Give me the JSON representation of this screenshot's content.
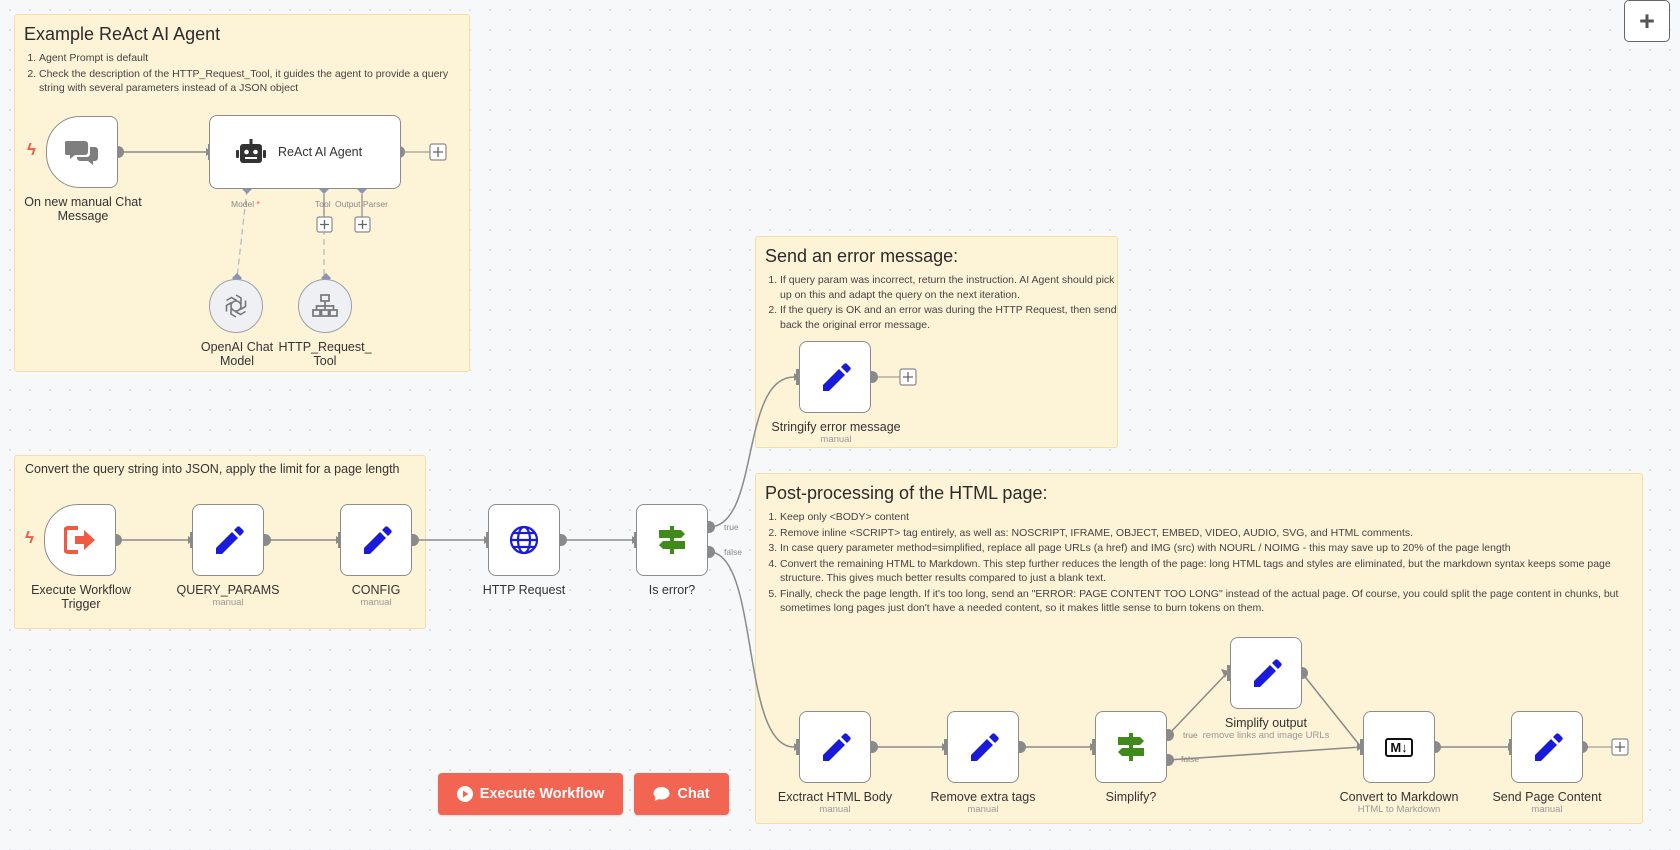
{
  "notes": {
    "react": {
      "title": "Example ReAct AI Agent",
      "items": [
        "Agent Prompt is default",
        "Check the description of the HTTP_Request_Tool, it guides the agent to provide a query string with several parameters instead of a JSON object"
      ]
    },
    "convert": {
      "title": "Convert the query string into JSON, apply the limit for a page length"
    },
    "error": {
      "title": "Send an error message:",
      "items": [
        "If query param was incorrect, return the instruction. AI Agent should pick up on this and adapt the query on the next iteration.",
        "If the query is OK and an error was during the HTTP Request, then send back the original error message."
      ]
    },
    "post": {
      "title": "Post-processing of the HTML page:",
      "items": [
        "Keep only <BODY> content",
        "Remove inline <SCRIPT> tag entirely, as well as: NOSCRIPT, IFRAME, OBJECT, EMBED, VIDEO, AUDIO, SVG, and HTML comments.",
        "In case query parameter method=simplified, replace all page URLs (a href) and IMG (src) with NOURL / NOIMG - this may save up to 20% of the page length",
        "Convert the remaining HTML to Markdown. This step further reduces the length of the page: long HTML tags and styles are eliminated, but the markdown syntax keeps some page structure. This gives much better results compared to just a blank text.",
        "Finally, check the page length. If it's too long, send an \"ERROR: PAGE CONTENT TOO LONG\" instead of the actual page. Of course, you could split the page content in chunks, but sometimes long pages just don't have a needed content, so it makes little sense to burn tokens on them."
      ]
    }
  },
  "nodes": {
    "chat_trigger": {
      "label": "On new manual Chat Message",
      "icon": "chat-bubbles-icon"
    },
    "agent": {
      "label": "ReAct AI Agent",
      "icon": "robot-icon"
    },
    "agent_ports": {
      "model": "Model",
      "required": "*",
      "tool": "Tool",
      "parser": "Output Parser"
    },
    "openai": {
      "label": "OpenAI Chat Model",
      "icon": "openai-icon"
    },
    "http_tool": {
      "label": "HTTP_Request_Tool",
      "icon": "network-icon"
    },
    "exec_trigger": {
      "label": "Execute Workflow Trigger",
      "icon": "exit-arrow-icon"
    },
    "query_params": {
      "label": "QUERY_PARAMS",
      "sub": "manual",
      "icon": "pencil-icon"
    },
    "config": {
      "label": "CONFIG",
      "sub": "manual",
      "icon": "pencil-icon"
    },
    "http_request": {
      "label": "HTTP Request",
      "icon": "globe-icon"
    },
    "is_error": {
      "label": "Is error?",
      "icon": "signpost-icon",
      "true": "true",
      "false": "false"
    },
    "stringify": {
      "label": "Stringify error message",
      "sub": "manual",
      "icon": "pencil-icon"
    },
    "extract": {
      "label": "Exctract HTML Body",
      "sub": "manual",
      "icon": "pencil-icon"
    },
    "remove_tags": {
      "label": "Remove extra tags",
      "sub": "manual",
      "icon": "pencil-icon"
    },
    "simplify": {
      "label": "Simplify?",
      "icon": "signpost-icon",
      "true": "true",
      "false": "false"
    },
    "simplify_output": {
      "label": "Simplify output",
      "sub": "remove links and image URLs",
      "icon": "pencil-icon"
    },
    "markdown": {
      "label": "Convert to Markdown",
      "sub": "HTML to Markdown",
      "icon": "markdown-icon",
      "badge": "M↓"
    },
    "send_page": {
      "label": "Send Page Content",
      "sub": "manual",
      "icon": "pencil-icon"
    }
  },
  "buttons": {
    "execute": "Execute Workflow",
    "chat": "Chat",
    "zoom": "+"
  },
  "colors": {
    "accent": "#f26552",
    "pencil": "#1a1adb",
    "signpost": "#3f8a1b",
    "sticky": "#fdf3d6"
  }
}
